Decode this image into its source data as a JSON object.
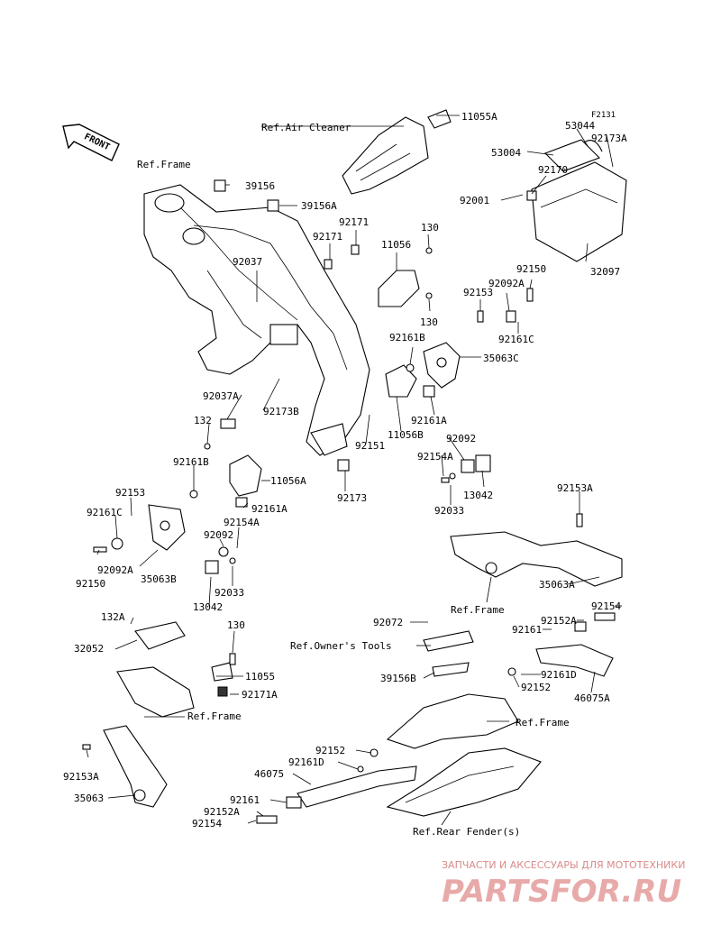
{
  "diagram_code": "F2131",
  "front_label": "FRONT",
  "refs": {
    "frame_1": "Ref.Frame",
    "air_cleaner": "Ref.Air Cleaner",
    "frame_2": "Ref.Frame",
    "owners_tools": "Ref.Owner's Tools",
    "frame_3": "Ref.Frame",
    "frame_4": "Ref.Frame",
    "rear_fender": "Ref.Rear Fender(s)"
  },
  "parts": {
    "p11055A": "11055A",
    "p53044": "53044",
    "p92173A": "92173A",
    "p53004": "53004",
    "p92170": "92170",
    "p92001": "92001",
    "p32097": "32097",
    "p39156": "39156",
    "p39156A": "39156A",
    "p92171a": "92171",
    "p92171b": "92171",
    "p130a": "130",
    "p11056": "11056",
    "p92037": "92037",
    "p130b": "130",
    "p92150a": "92150",
    "p92092A": "92092A",
    "p92153a": "92153",
    "p92161B": "92161B",
    "p35063C": "35063C",
    "p92161C": "92161C",
    "p92037A": "92037A",
    "p92173B": "92173B",
    "p92161A": "92161A",
    "p132": "132",
    "p11056B": "11056B",
    "p92092a": "92092",
    "p92151": "92151",
    "p92154A": "92154A",
    "p92161Bb": "92161B",
    "p11056A": "11056A",
    "p13042a": "13042",
    "p92173": "92173",
    "p92033a": "92033",
    "p92153b": "92153",
    "p92161Ab": "92161A",
    "p92161Cb": "92161C",
    "p92154Ab": "92154A",
    "p92092b": "92092",
    "p92092Ab": "92092A",
    "p35063B": "35063B",
    "p92150b": "92150",
    "p92033b": "92033",
    "p13042b": "13042",
    "p92153A": "92153A",
    "p35063A": "35063A",
    "p132A": "132A",
    "p32052": "32052",
    "p130c": "130",
    "p11055": "11055",
    "p92171A": "92171A",
    "p92153Ab": "92153A",
    "p35063": "35063",
    "p92072": "92072",
    "p92154a": "92154",
    "p92152A": "92152A",
    "p92161a": "92161",
    "p39156B": "39156B",
    "p92161D": "92161D",
    "p92152a": "92152",
    "p46075A": "46075A",
    "p92152b": "92152",
    "p92161Db": "92161D",
    "p46075": "46075",
    "p92161b": "92161",
    "p92152Ab": "92152A",
    "p92154b": "92154"
  },
  "watermark": {
    "line1": "ЗАПЧАСТИ И АКСЕССУАРЫ ДЛЯ МОТОТЕХНИКИ",
    "line2": "PARTSFOR.RU",
    "color": "#e8a9a9"
  }
}
